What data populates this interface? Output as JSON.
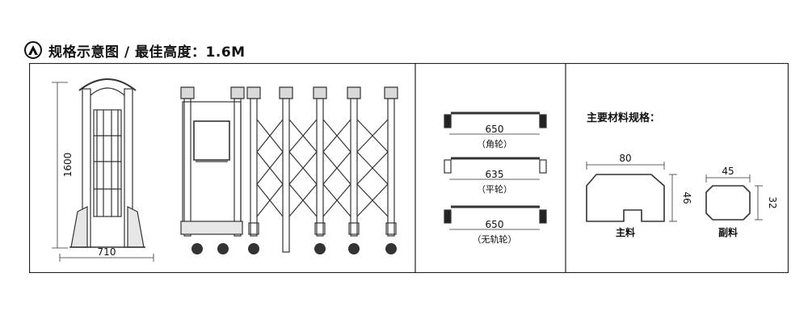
{
  "header": {
    "badge_letter": "A",
    "title": "规格示意图 / 最佳高度：1.6M"
  },
  "front_view": {
    "height_dim": "1600",
    "width_dim": "710"
  },
  "wheels": [
    {
      "dim": "650",
      "label": "（角轮）"
    },
    {
      "dim": "635",
      "label": "（平轮）"
    },
    {
      "dim": "650",
      "label": "（无轨轮）"
    }
  ],
  "materials": {
    "heading": "主要材料规格：",
    "main": {
      "width": "80",
      "height": "46",
      "label": "主料"
    },
    "sub": {
      "width": "45",
      "height": "32",
      "label": "副料"
    }
  }
}
